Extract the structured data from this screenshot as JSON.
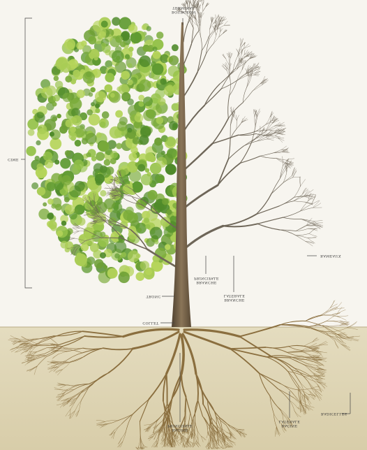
{
  "labels": {
    "bourgeon_terminal": [
      "BOURGEON",
      "TERMINAL"
    ],
    "cime": "CIME",
    "rameaux": "RAMEAUX",
    "branche_principale": [
      "BRANCHE",
      "PRINCIPALE"
    ],
    "branche_laterale": [
      "BRANCHE",
      "LATÉRALE"
    ],
    "tronc": "TRONC",
    "collet": "COLLET",
    "radicelles": "RADICELLES",
    "racine_principale": [
      "RACINE",
      "PRINCIPALE"
    ],
    "racine_laterale": [
      "RACINE",
      "LATÉRALE"
    ]
  },
  "colors": {
    "background": "#f6f4ee",
    "foliage_dark": "#4f8a2a",
    "foliage_mid": "#7aab3a",
    "foliage_light": "#b5d45a",
    "bark": "#6b5a44",
    "branches": "#6e6658",
    "soil": "#ddd3b4",
    "roots": "#8a6e3e",
    "leader_lines": "#444444"
  }
}
